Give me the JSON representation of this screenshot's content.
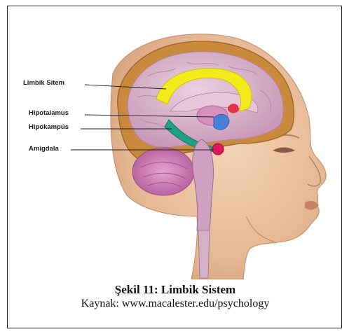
{
  "labels": {
    "limbic": "Limbik Sitem",
    "hypothalamus": "Hipotalamus",
    "hippocampus": "Hipokampüs",
    "amygdala": "Amigdala"
  },
  "caption": {
    "title": "Şekil 11: Limbik Sistem",
    "source": "Kaynak: www.macalester.edu/psychology"
  },
  "colors": {
    "skin": "#e8bf9c",
    "bone": "#c98a3e",
    "brain": "#d9aec8",
    "cingulate": "#f2ea1a",
    "hippocampus": "#1f9f84",
    "amygdala": "#e0165f",
    "hypothalamus": "#4a7fd8"
  }
}
